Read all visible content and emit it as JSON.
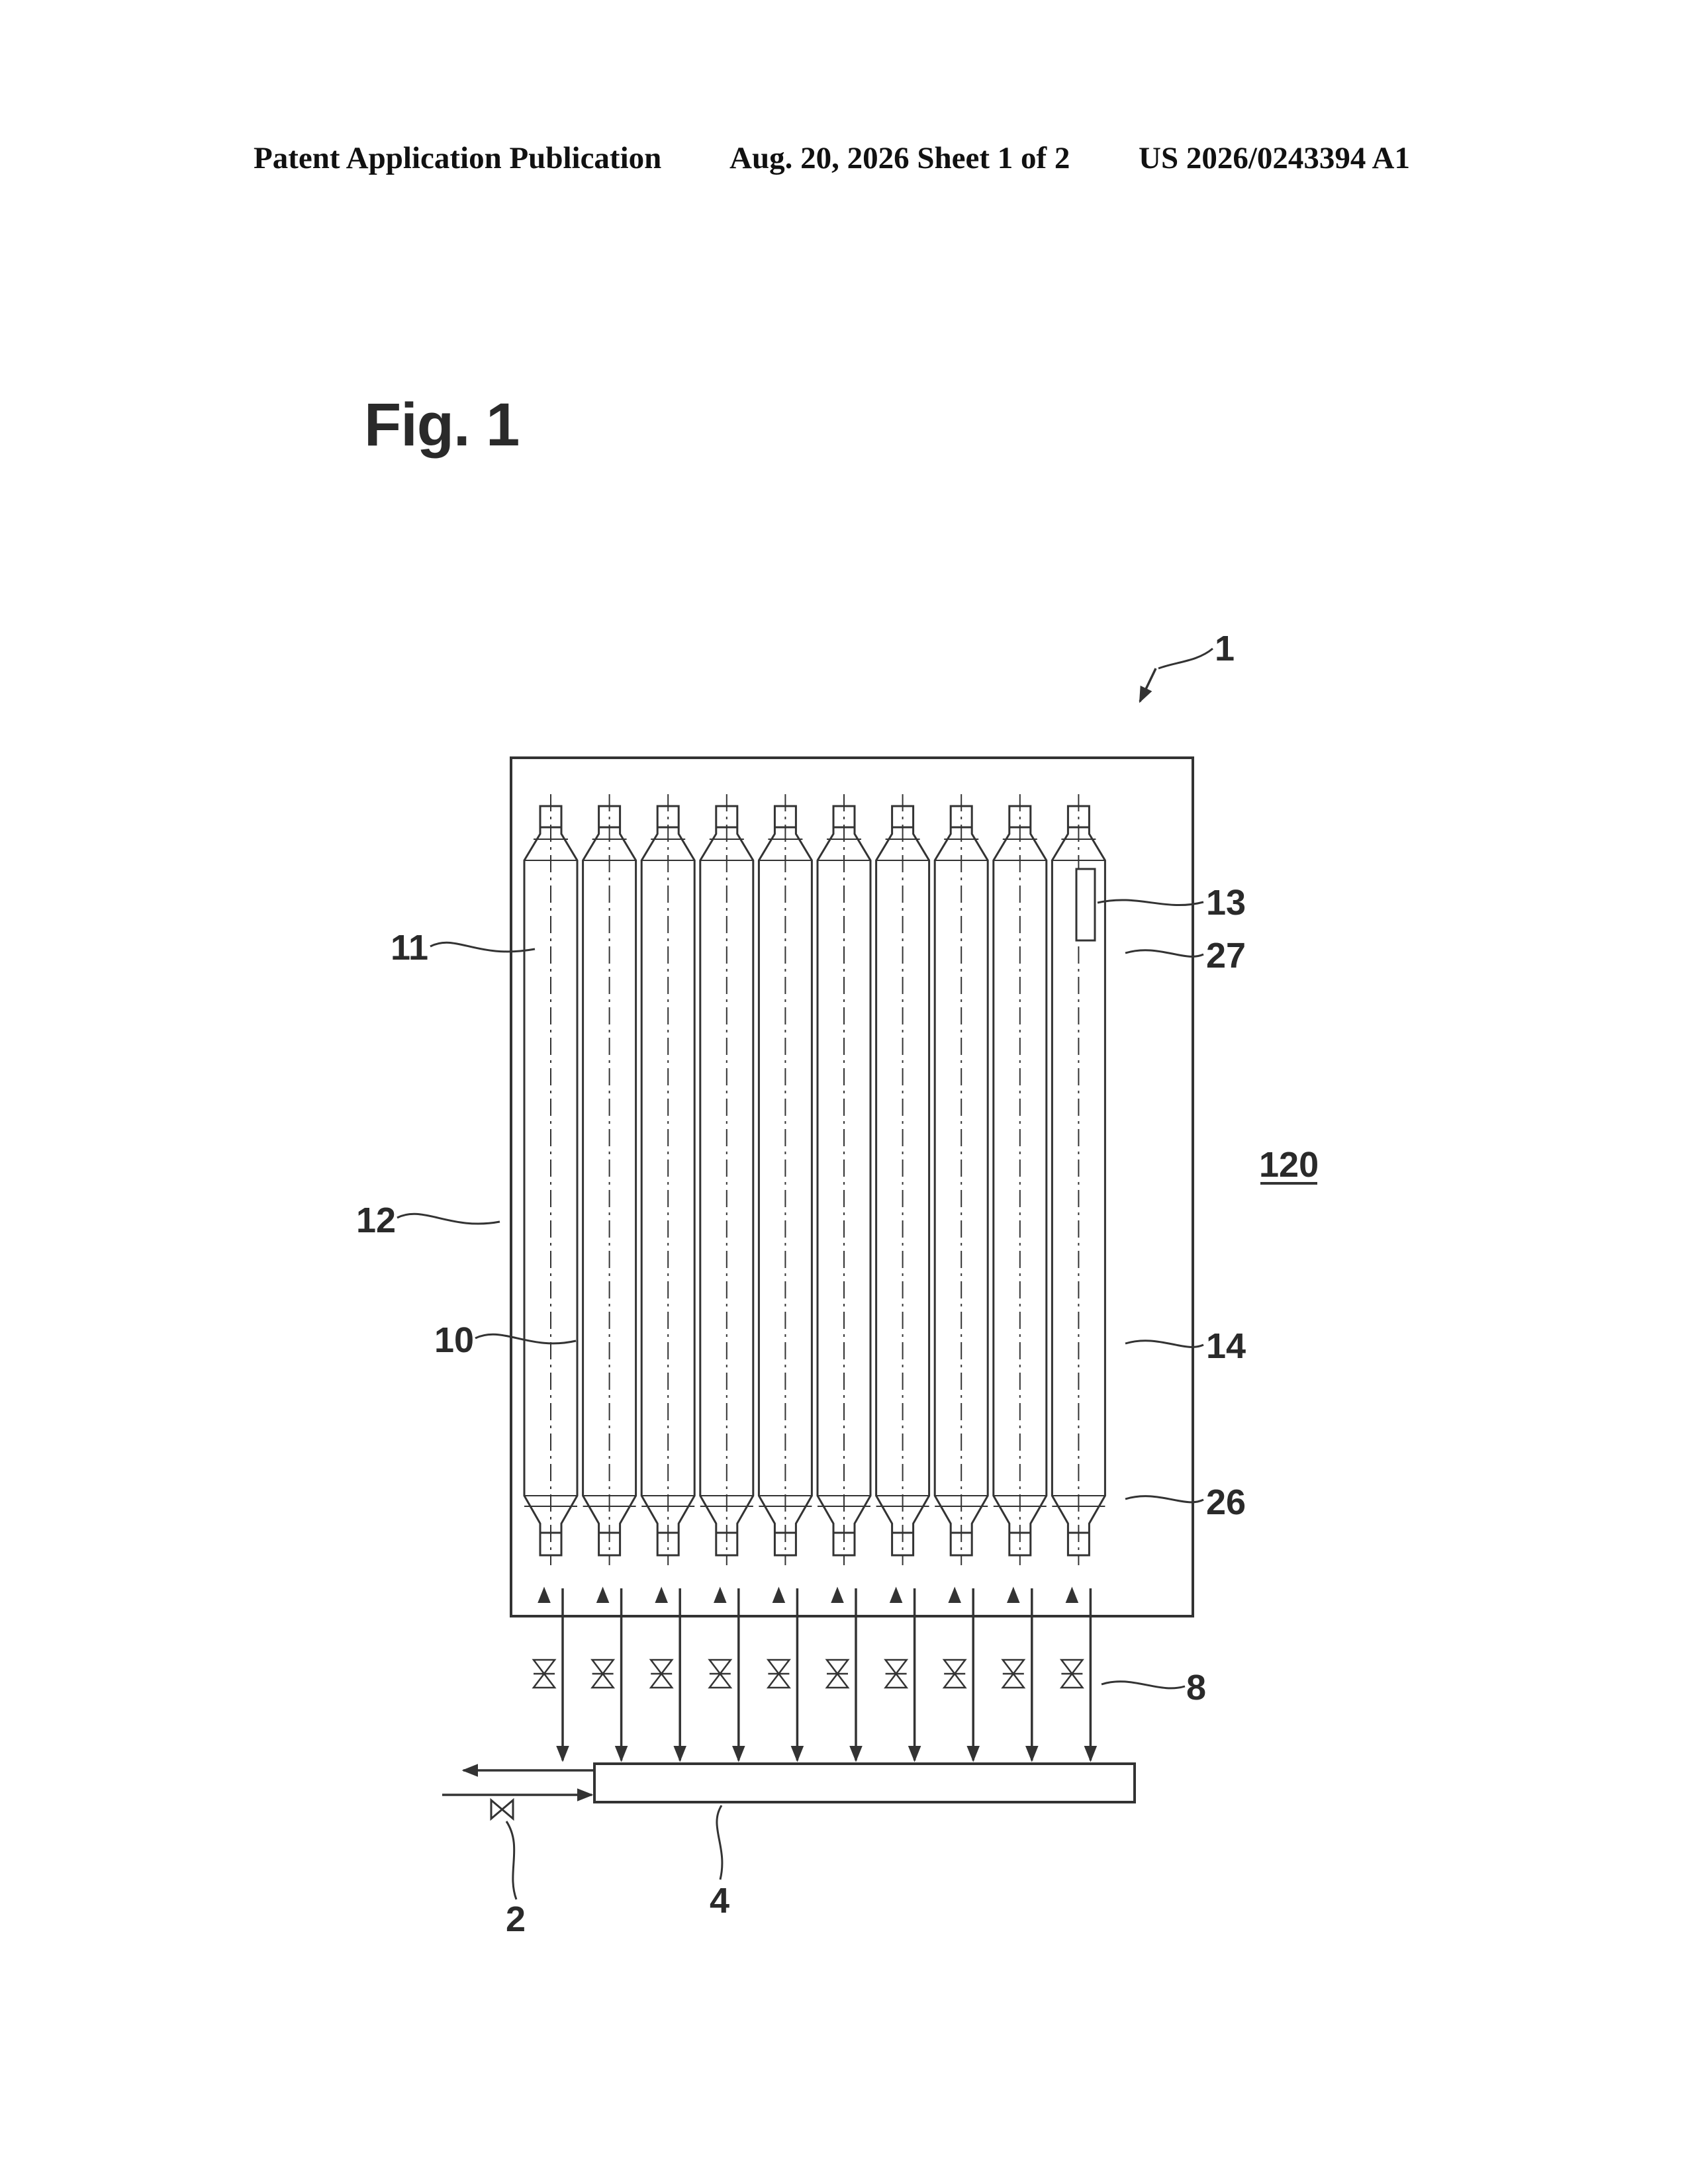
{
  "header": {
    "publication": "Patent Application Publication",
    "date_sheet": "Aug. 20, 2026  Sheet 1 of 2",
    "number": "US 2026/0243394 A1"
  },
  "figure": {
    "title": "Fig. 1",
    "labels": {
      "ref_1": "1",
      "ref_2": "2",
      "ref_4": "4",
      "ref_8": "8",
      "ref_10": "10",
      "ref_11": "11",
      "ref_12": "12",
      "ref_13": "13",
      "ref_14": "14",
      "ref_26": "26",
      "ref_27": "27",
      "ref_120": "120"
    }
  }
}
